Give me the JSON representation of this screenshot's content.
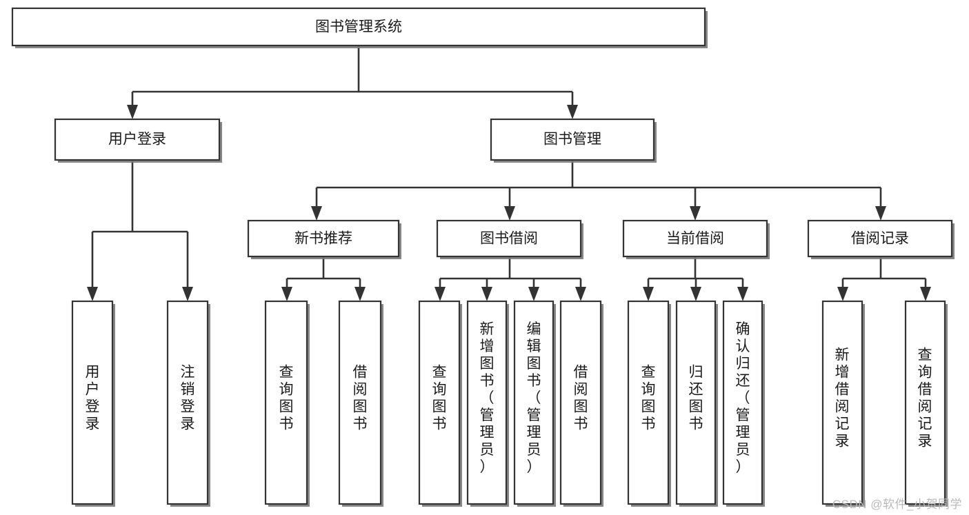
{
  "diagram": {
    "title": "图书管理系统",
    "type": "tree-hierarchy",
    "watermark": "CSDN @软件_小贺同学",
    "colors": {
      "box_fill": "#ffffff",
      "box_stroke": "#333333",
      "connector": "#333333",
      "text": "#1a1a1a",
      "watermark": "#b9b9b9",
      "background": "#ffffff"
    },
    "levels": {
      "root": {
        "label": "图书管理系统"
      },
      "level1": [
        {
          "id": "user-login",
          "label": "用户登录"
        },
        {
          "id": "book-management",
          "label": "图书管理"
        }
      ],
      "level2": [
        {
          "id": "new-book-recommend",
          "label": "新书推荐",
          "parent": "book-management"
        },
        {
          "id": "book-borrow",
          "label": "图书借阅",
          "parent": "book-management"
        },
        {
          "id": "current-borrow",
          "label": "当前借阅",
          "parent": "book-management"
        },
        {
          "id": "borrow-record",
          "label": "借阅记录",
          "parent": "book-management"
        }
      ],
      "leaves": [
        {
          "id": "leaf-user-login",
          "label": "用户登录",
          "parent": "user-login"
        },
        {
          "id": "leaf-user-logout",
          "label": "注销登录",
          "parent": "user-login"
        },
        {
          "id": "leaf-query-book-1",
          "label": "查询图书",
          "parent": "new-book-recommend"
        },
        {
          "id": "leaf-borrow-book-1",
          "label": "借阅图书",
          "parent": "new-book-recommend"
        },
        {
          "id": "leaf-query-book-2",
          "label": "查询图书",
          "parent": "book-borrow"
        },
        {
          "id": "leaf-add-book",
          "label": "新增图书（管理员）",
          "parent": "book-borrow"
        },
        {
          "id": "leaf-edit-book",
          "label": "编辑图书（管理员）",
          "parent": "book-borrow"
        },
        {
          "id": "leaf-borrow-book-2",
          "label": "借阅图书",
          "parent": "book-borrow"
        },
        {
          "id": "leaf-query-book-3",
          "label": "查询图书",
          "parent": "current-borrow"
        },
        {
          "id": "leaf-return-book",
          "label": "归还图书",
          "parent": "current-borrow"
        },
        {
          "id": "leaf-confirm-return",
          "label": "确认归还（管理员）",
          "parent": "current-borrow"
        },
        {
          "id": "leaf-add-record",
          "label": "新增借阅记录",
          "parent": "borrow-record"
        },
        {
          "id": "leaf-query-record",
          "label": "查询借阅记录",
          "parent": "borrow-record"
        }
      ]
    }
  }
}
